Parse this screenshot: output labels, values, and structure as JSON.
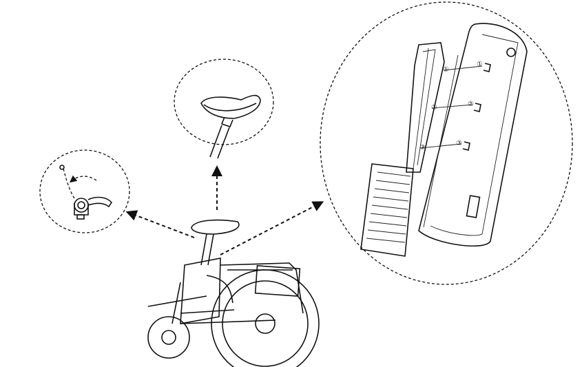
{
  "callouts": {
    "rail": [
      "①",
      "②",
      "③"
    ],
    "housing": [
      "①",
      "②",
      "③"
    ]
  },
  "colors": {
    "line": "#111111",
    "background": "#ffffff"
  }
}
